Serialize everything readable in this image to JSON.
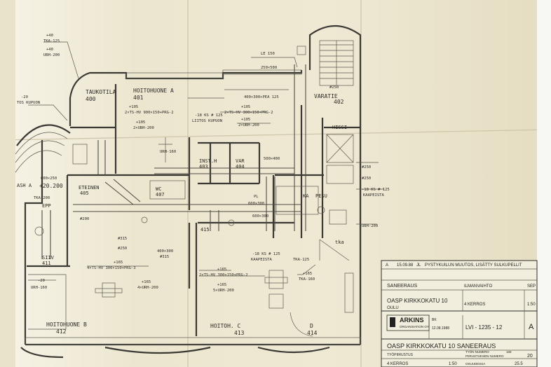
{
  "rooms": [
    {
      "name": "TAUKOTILA",
      "number": "400"
    },
    {
      "name": "HOITOHUONE A",
      "number": "401"
    },
    {
      "name": "VARATIE",
      "number": "402"
    },
    {
      "name": "HISSI"
    },
    {
      "name": "INST.H",
      "number": "403"
    },
    {
      "name": "VAR",
      "number": "404"
    },
    {
      "name": "ETEINEN",
      "number": "405"
    },
    {
      "name": "WC",
      "number": "407"
    },
    {
      "name": "ASH A"
    },
    {
      "name": "EPP"
    },
    {
      "name": "SIIV",
      "number": "411"
    },
    {
      "number": "415"
    },
    {
      "name": "HOITOHUONE B",
      "number": "412"
    },
    {
      "name": "HOITOH. C",
      "number": "413"
    },
    {
      "name": "D",
      "number": "414"
    },
    {
      "name": "KA"
    },
    {
      "name": "PESU"
    },
    {
      "name": "tka"
    }
  ],
  "levels": {
    "floor": "+20.200"
  },
  "notes": [
    "+40",
    "TKA-125",
    "+40",
    "UBH-200",
    "-20",
    "TOS KUPUON",
    "+105",
    "2×TS-HV 900×150+PRG-2",
    "+105",
    "2×UBH-200",
    "-18 KS # 125",
    "LIITOS KUPUON",
    "+105",
    "2×TS-HV 300×150+PRG-2",
    "+105",
    "2×UBH-200",
    "400×300+PEA 125",
    "LE 150",
    "250×500",
    "#250",
    "#250",
    "#250",
    "-18 KS # 125",
    "KAAPEISTA",
    "UBH-200",
    "500×400",
    "600×300",
    "600×300",
    "TKA-125",
    "-18 KS # 125",
    "KAAPEISTA",
    "#315",
    "#250",
    "400×300",
    "#315",
    "+165",
    "4×TS-HV 300×150+PRG-3",
    "+165",
    "4×URH-200",
    "+165",
    "2×TS-HV 300×150+PRG-2",
    "+165",
    "5×URH-200",
    "+165",
    "TKA-160",
    "-20",
    "URH-160",
    "600×250",
    "TKA-200",
    "URH-160",
    "#200",
    "PL"
  ],
  "title_block": {
    "revision": {
      "letter": "A",
      "date": "15.09.88",
      "author": "JL",
      "description": "PYSTYKUILUN MUUTOS, LISÄTTY SULKUPELLIT"
    },
    "project_type": "SANEERAUS",
    "discipline": "ILMANVAIHTO",
    "sheet_label": "SEP",
    "address": "OASP KIRKKOKATU 10",
    "city": "OULU",
    "floor": "4 KERROS",
    "scale": "1:50",
    "company": "ARKINS",
    "company_sub": "ORGANISATION OY",
    "designer": "BK",
    "drawing_date": "12.08.1988",
    "drawing_number": "LVI - 1235 - 12",
    "revision_current": "A",
    "project_title": "OASP KIRKKOKATU 10 SANEERAUS",
    "work_category": "TYÖPIIRUSTUS",
    "work_number_label": "TYÖN NUMERO",
    "work_number": "168",
    "archive_label": "PIIRUSTUKSEN NUMERO",
    "archive_number": "20",
    "floor_footer": "4 KERROS",
    "footer_code": "1:50",
    "footer_label": "OSUUDESSA",
    "footer_sheet": "25.5"
  }
}
